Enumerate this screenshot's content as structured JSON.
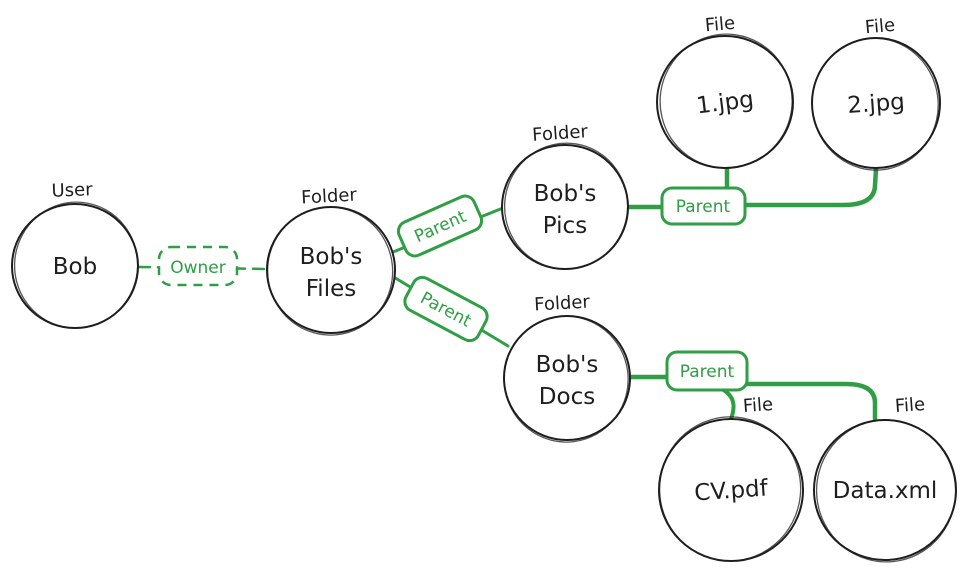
{
  "colors": {
    "ink": "#1e1e1e",
    "accent_green": "#2f9e44",
    "background": "#ffffff"
  },
  "nodes": {
    "bob": {
      "type_label": "User",
      "line1": "Bob",
      "line2": ""
    },
    "bobs_files": {
      "type_label": "Folder",
      "line1": "Bob's",
      "line2": "Files"
    },
    "bobs_pics": {
      "type_label": "Folder",
      "line1": "Bob's",
      "line2": "Pics"
    },
    "bobs_docs": {
      "type_label": "Folder",
      "line1": "Bob's",
      "line2": "Docs"
    },
    "jpg1": {
      "type_label": "File",
      "line1": "1.jpg",
      "line2": ""
    },
    "jpg2": {
      "type_label": "File",
      "line1": "2.jpg",
      "line2": ""
    },
    "cv_pdf": {
      "type_label": "File",
      "line1": "CV.pdf",
      "line2": ""
    },
    "data_xml": {
      "type_label": "File",
      "line1": "Data.xml",
      "line2": ""
    }
  },
  "edges": {
    "owner": {
      "label": "Owner",
      "line_style": "dashed"
    },
    "parent_files_pics": {
      "label": "Parent",
      "line_style": "solid"
    },
    "parent_files_docs": {
      "label": "Parent",
      "line_style": "solid"
    },
    "parent_pics_children": {
      "label": "Parent",
      "line_style": "solid"
    },
    "parent_docs_children": {
      "label": "Parent",
      "line_style": "solid"
    }
  }
}
